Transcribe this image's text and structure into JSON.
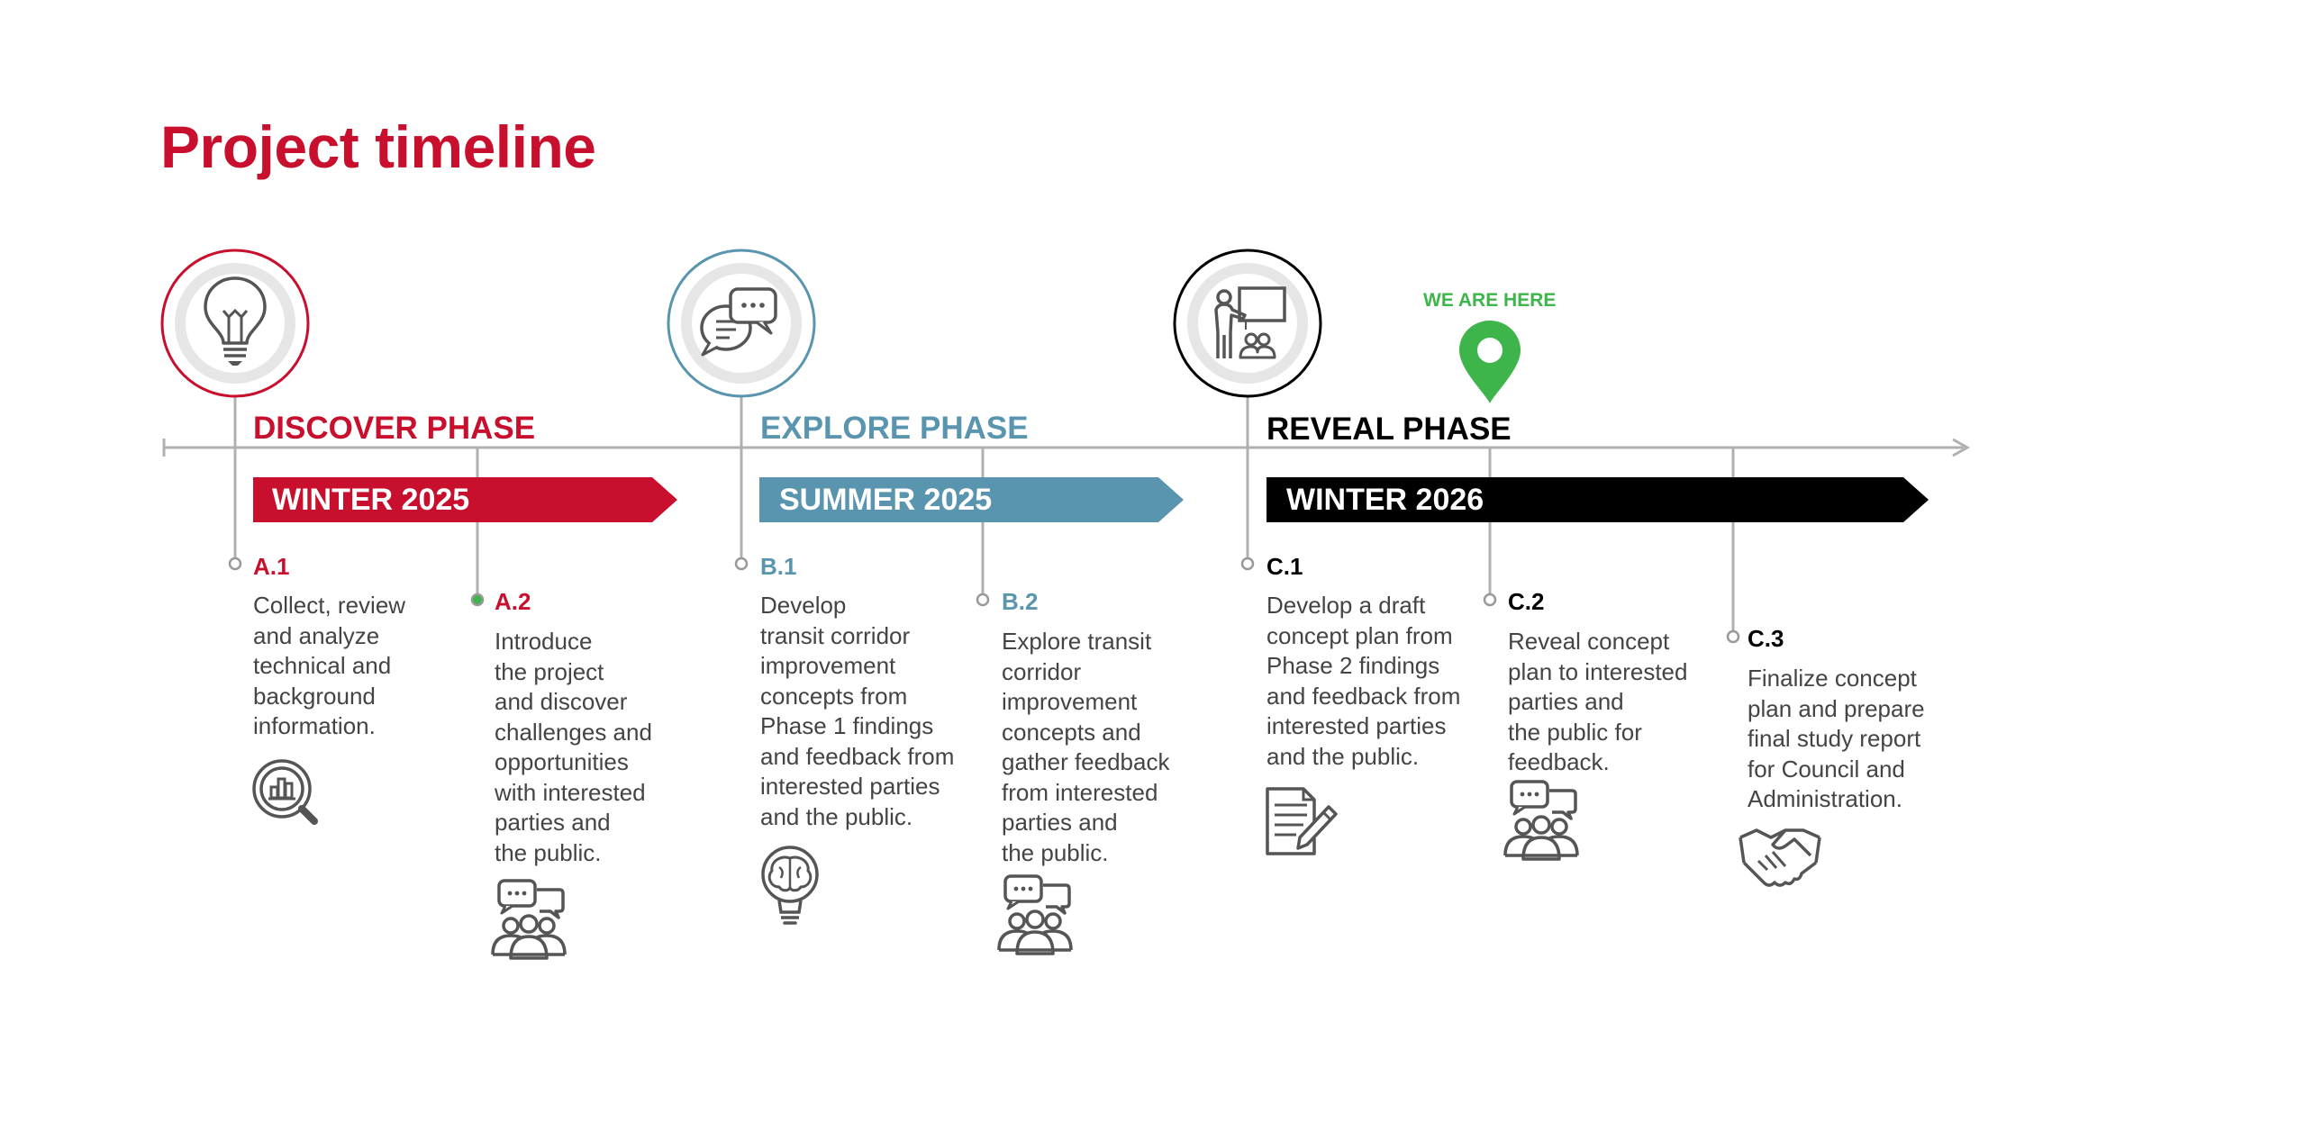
{
  "title": "Project timeline",
  "we_are_here": "WE ARE HERE",
  "colors": {
    "discover": "#c8102e",
    "explore": "#5a95af",
    "reveal": "#000000",
    "marker": "#3db54a",
    "axis": "#b0b0b0",
    "icon": "#555555",
    "text": "#444444"
  },
  "phases": [
    {
      "name": "DISCOVER PHASE",
      "season": "WINTER 2025",
      "icon": "lightbulb-icon",
      "milestones": [
        {
          "label": "A.1",
          "text": "Collect, review\nand analyze\ntechnical and\nbackground\ninformation.",
          "icon": "magnifier-chart-icon"
        },
        {
          "label": "A.2",
          "text": "Introduce\nthe project\nand discover\nchallenges and\nopportunities\nwith interested\nparties and\nthe public.",
          "icon": "group-chat-icon"
        }
      ]
    },
    {
      "name": "EXPLORE PHASE",
      "season": "SUMMER 2025",
      "icon": "chat-bubbles-icon",
      "milestones": [
        {
          "label": "B.1",
          "text": "Develop\ntransit corridor\nimprovement\nconcepts from\nPhase 1 findings\nand feedback from\ninterested parties\nand the public.",
          "icon": "brain-bulb-icon"
        },
        {
          "label": "B.2",
          "text": "Explore transit\ncorridor\nimprovement\nconcepts and\ngather feedback\nfrom interested\nparties and\nthe public.",
          "icon": "group-chat-icon"
        }
      ]
    },
    {
      "name": "REVEAL PHASE",
      "season": "WINTER 2026",
      "icon": "presentation-icon",
      "milestones": [
        {
          "label": "C.1",
          "text": "Develop a draft\nconcept plan from\nPhase 2 findings\nand feedback from\ninterested parties\nand the public.",
          "icon": "document-edit-icon"
        },
        {
          "label": "C.2",
          "text": "Reveal concept\nplan to interested\nparties and\nthe public for\nfeedback.",
          "icon": "group-chat-icon"
        },
        {
          "label": "C.3",
          "text": "Finalize concept\nplan and prepare\nfinal study report\nfor Council and\nAdministration.",
          "icon": "handshake-icon"
        }
      ]
    }
  ]
}
